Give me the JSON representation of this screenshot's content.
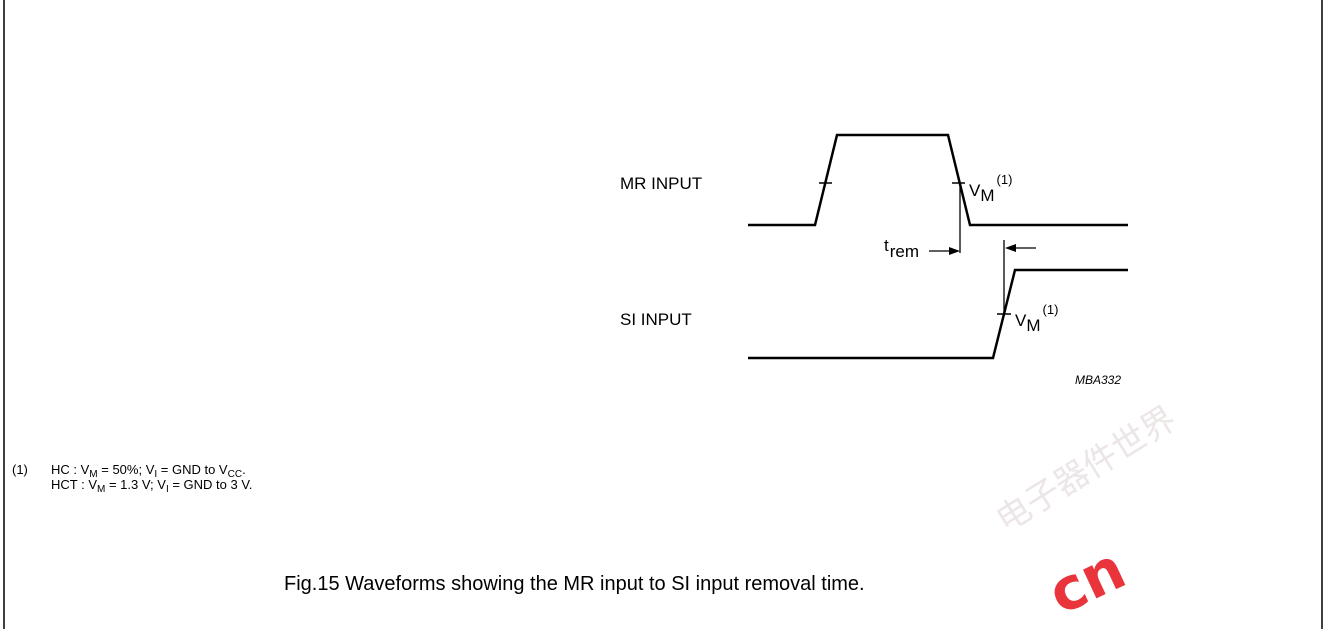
{
  "diagram": {
    "signals": [
      {
        "label": "MR  INPUT"
      },
      {
        "label": "SI  INPUT"
      }
    ],
    "measure_label": {
      "base": "V",
      "sub": "M",
      "sup": "(1)"
    },
    "timing_label": {
      "base": "t",
      "sub": "rem"
    },
    "figure_code": "MBA332"
  },
  "note": {
    "marker": "(1)",
    "lines": [
      {
        "prefix": "HC   : V",
        "s1": "M",
        "t1": " = 50%; V",
        "s2": "I",
        "t2": " = GND to V",
        "s3": "CC",
        "t3": "."
      },
      {
        "prefix": "HCT : V",
        "s1": "M",
        "t1": " = 1.3 V; V",
        "s2": "I",
        "t2": " = GND to 3 V."
      }
    ]
  },
  "caption": "Fig.15  Waveforms showing the MR input to SI input removal time.",
  "watermark": {
    "chars": "电子器件世界",
    "text": "cn",
    "color": "#e8343a",
    "faint_color": "#ece6e6"
  }
}
